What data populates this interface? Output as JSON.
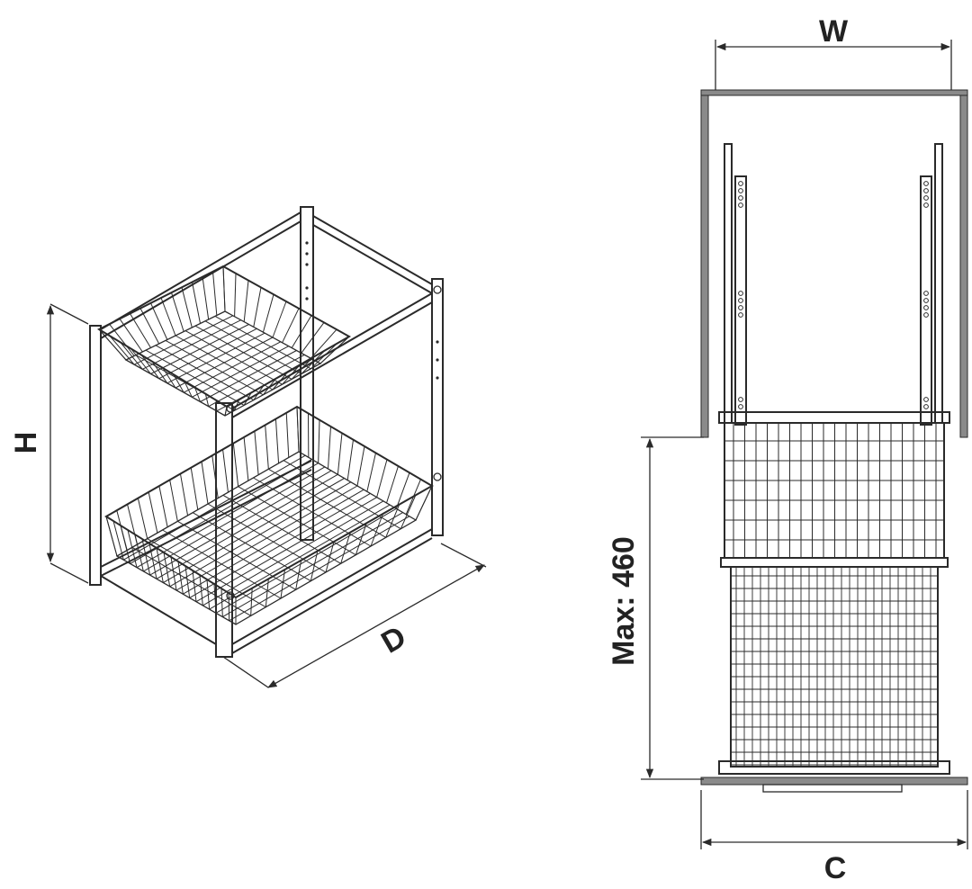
{
  "labels": {
    "height": "H",
    "depth": "D",
    "width": "W",
    "max_extension": "Max: 460",
    "cabinet_width": "C"
  },
  "colors": {
    "line": "#2a2a2a",
    "cabinet_gray": "#8a8a8a",
    "background": "#ffffff"
  }
}
